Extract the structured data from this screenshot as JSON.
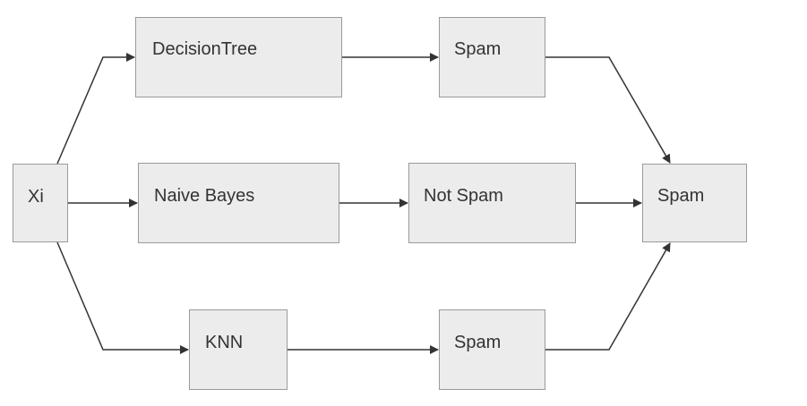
{
  "nodes": {
    "input": "Xi",
    "decision_tree": "DecisionTree",
    "naive_bayes": "Naive Bayes",
    "knn": "KNN",
    "dt_output": "Spam",
    "nb_output": "Not Spam",
    "knn_output": "Spam",
    "final_output": "Spam"
  },
  "colors": {
    "node_fill": "#ececec",
    "node_border": "#9a9a9a",
    "edge": "#333333",
    "text": "#333333"
  }
}
